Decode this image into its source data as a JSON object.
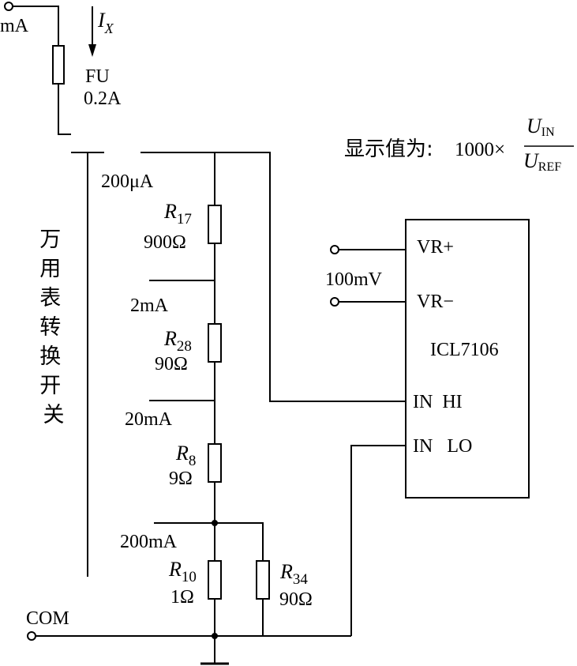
{
  "mA_terminal": "mA",
  "current": {
    "symbol": "I",
    "subscript": "X"
  },
  "fuse": {
    "name": "FU",
    "rating": "0.2A"
  },
  "switch_label": [
    "万",
    "用",
    "表",
    "转",
    "换",
    "开",
    "关"
  ],
  "ranges": [
    "200μA",
    "2mA",
    "20mA",
    "200mA"
  ],
  "resistors": [
    {
      "symbol": "R",
      "subscript": "17",
      "value": "900Ω"
    },
    {
      "symbol": "R",
      "subscript": "28",
      "value": "90Ω"
    },
    {
      "symbol": "R",
      "subscript": "8",
      "value": "9Ω"
    },
    {
      "symbol": "R",
      "subscript": "10",
      "value": "1Ω"
    },
    {
      "symbol": "R",
      "subscript": "34",
      "value": "90Ω"
    }
  ],
  "com_label": "COM",
  "formula": {
    "prefix": "显示值为: ",
    "factor": "1000×",
    "numerator": "U",
    "numerator_sub": "IN",
    "denominator": "U",
    "denominator_sub": "REF"
  },
  "ic": {
    "name": "ICL7106",
    "pins": [
      "VR+",
      "VR−",
      "IN  HI",
      "IN   LO"
    ]
  },
  "reference_voltage": "100mV"
}
